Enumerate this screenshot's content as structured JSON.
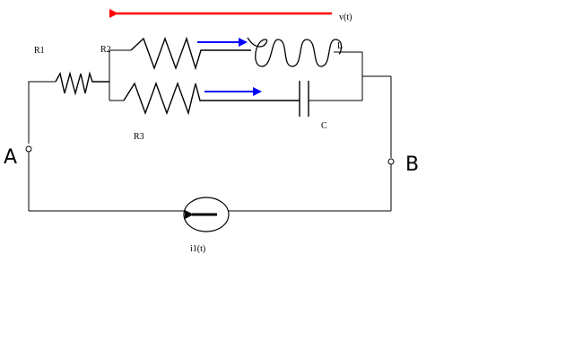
{
  "labels": {
    "v": "v(t)",
    "r1": "R1",
    "r2": "R2",
    "r3": "R3",
    "l": "L",
    "c": "C",
    "i1": "i1(t)",
    "a": "A",
    "b": "B"
  },
  "colors": {
    "voltage_arrow": "#ff0000",
    "current_arrow": "#0000ff",
    "wire": "#000000"
  }
}
